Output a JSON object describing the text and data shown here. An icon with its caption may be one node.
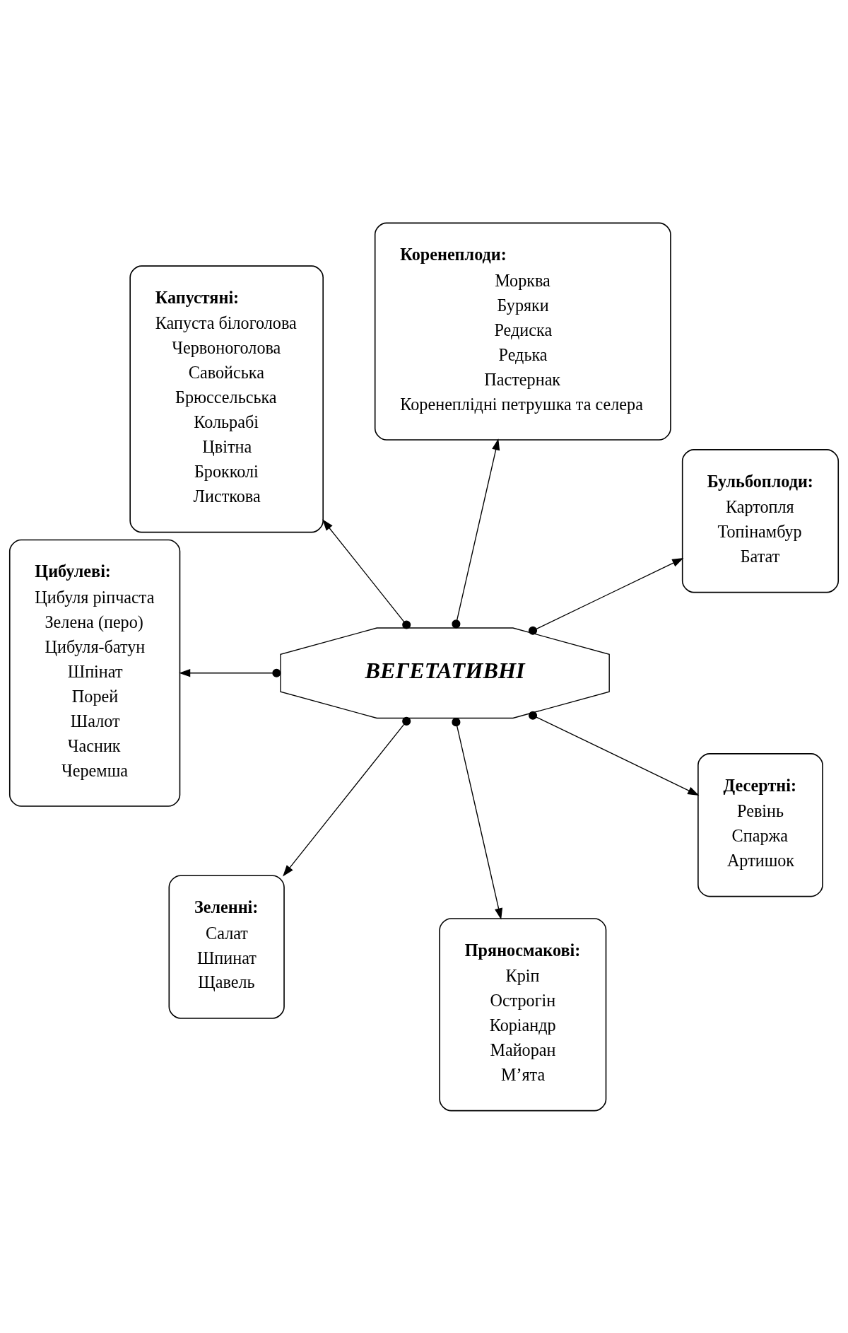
{
  "diagram": {
    "nodes": [
      {
        "text": [
          "Бульбоплоди:",
          "Картопля",
          "Топінамбур",
          "Батат"
        ]
      },
      {
        "text": [
          "Коренеплоди:",
          "Морква",
          "Буряки",
          "Редиска",
          "Редька",
          "Пастернак",
          "Коренеплідні петрушка та селера"
        ]
      },
      {
        "text": [
          "Капустяні:",
          "Капуста білоголова",
          "Червоноголова",
          "Савойська",
          "Брюссельська",
          "Кольрабі",
          "Цвітна",
          "Брокколі",
          "Листкова"
        ]
      },
      {
        "text": [
          "Цибулеві:",
          "Цибуля ріпчаста",
          "Зелена (перо)",
          "Цибуля-батун",
          "Шпінат",
          "Порей",
          "Шалот",
          "Часник",
          "Черемша"
        ]
      },
      {
        "text": [
          "ВЕГЕТАТИВНІ"
        ]
      },
      {
        "text": [
          "Зеленні:",
          "Салат",
          "Шпинат",
          "Щавель"
        ]
      },
      {
        "text": [
          "Пряносмакові:",
          "Кріп",
          "Острогін",
          "Коріандр",
          "Майоран",
          "М’ята"
        ]
      },
      {
        "text": [
          "Десертні:",
          "Ревінь",
          "Спаржа",
          "Артишок"
        ]
      }
    ],
    "edges": [
      {
        "from": 4,
        "to": 0,
        "arrow": "to"
      },
      {
        "from": 4,
        "to": 1,
        "arrow": "to"
      },
      {
        "from": 4,
        "to": 2,
        "arrow": "to"
      },
      {
        "from": 4,
        "to": 3,
        "arrow": "to"
      },
      {
        "from": 4,
        "to": 5,
        "arrow": "to"
      },
      {
        "from": 4,
        "to": 6,
        "arrow": "to"
      },
      {
        "from": 4,
        "to": 7,
        "arrow": "to"
      }
    ]
  }
}
